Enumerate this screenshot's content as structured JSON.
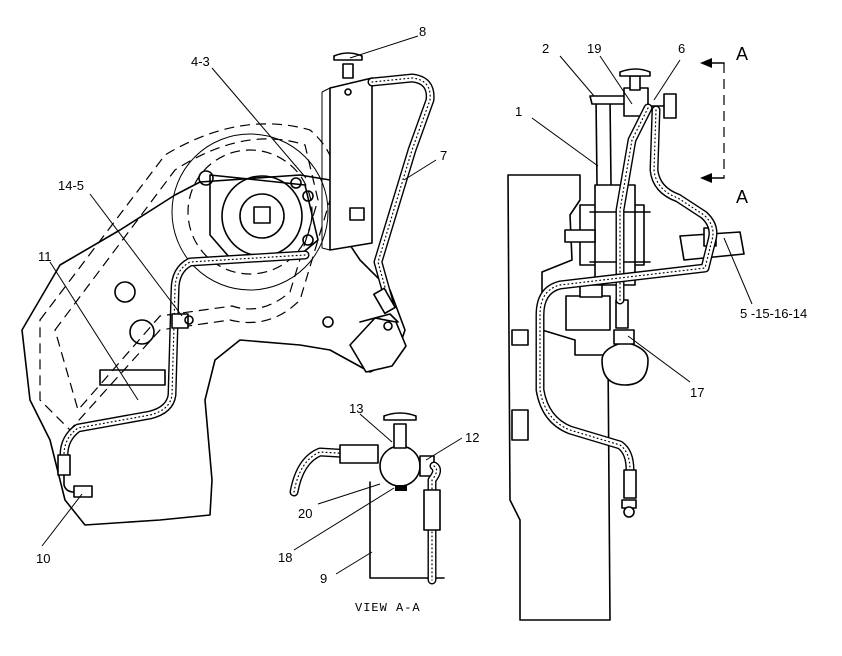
{
  "callouts": {
    "c1": "1",
    "c2": "2",
    "c4_3": "4-3",
    "c5_15_16_14": "5 -15-16-14",
    "c6": "6",
    "c7": "7",
    "c8": "8",
    "c9": "9",
    "c10": "10",
    "c11": "11",
    "c12": "12",
    "c13": "13",
    "c14_5": "14-5",
    "c17": "17",
    "c18": "18",
    "c19": "19",
    "c20": "20"
  },
  "section_marker": {
    "top": "A",
    "bottom": "A"
  },
  "view_label": "VIEW A-A"
}
